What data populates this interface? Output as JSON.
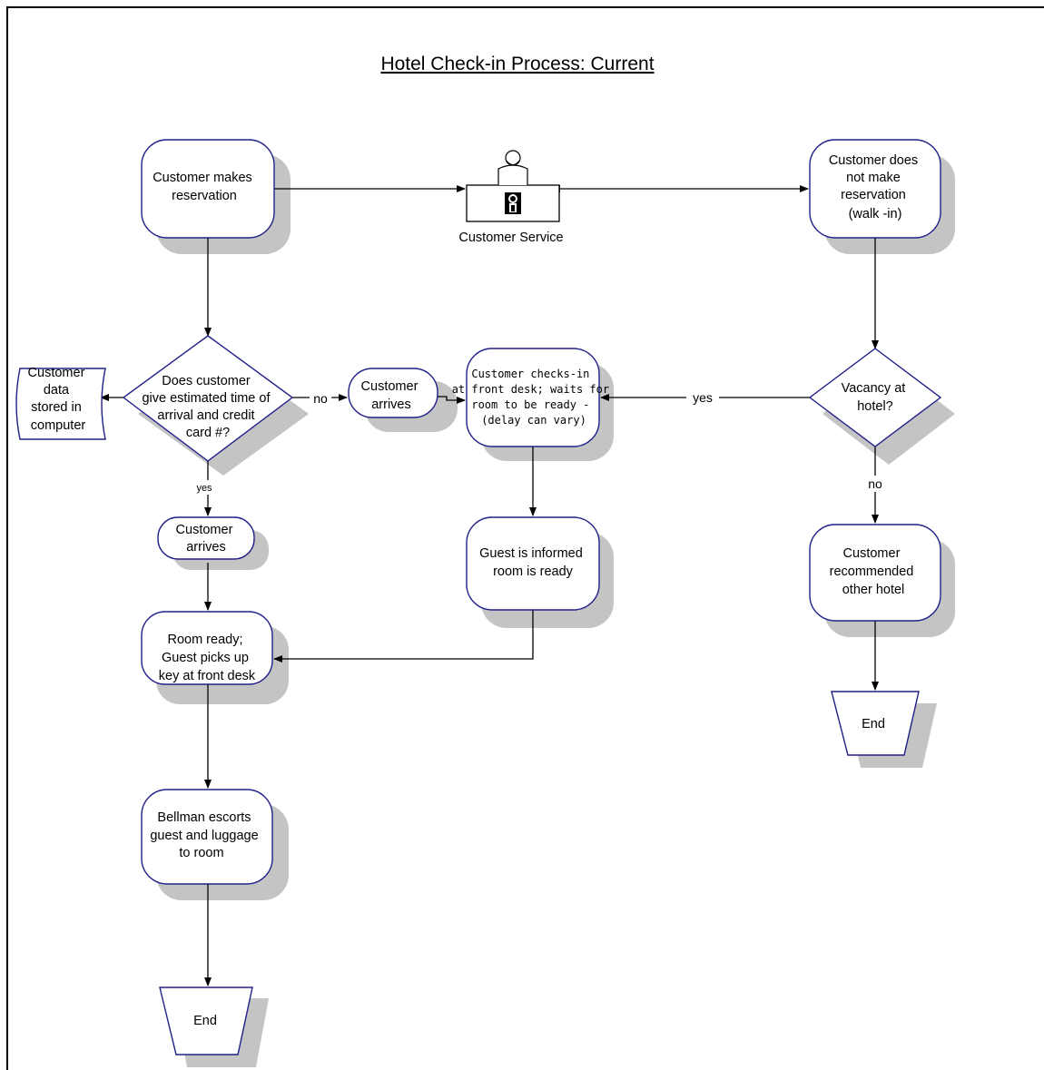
{
  "title": "Hotel Check-in Process: Current",
  "nodes": {
    "makes_reservation": [
      "Customer makes",
      "reservation"
    ],
    "customer_service": "Customer Service",
    "walk_in": [
      "Customer does",
      "not make",
      "reservation",
      "(walk -in)"
    ],
    "data_stored": [
      "Customer",
      "data",
      "stored in",
      "computer"
    ],
    "decision_eta": [
      "Does customer",
      "give estimated time of",
      "arrival and credit",
      "card #?"
    ],
    "arrives_mid": [
      "Customer",
      "arrives"
    ],
    "checks_in": [
      "Customer checks-in",
      "at front desk; waits for",
      "room to be ready -",
      "(delay can vary)"
    ],
    "vacancy": [
      "Vacancy at",
      "hotel?"
    ],
    "arrives_left": [
      "Customer",
      "arrives"
    ],
    "informed": [
      "Guest is informed",
      "room is ready"
    ],
    "recommended": [
      "Customer",
      "recommended",
      "other hotel"
    ],
    "room_ready": [
      "Room ready;",
      "Guest picks up",
      "key at front desk"
    ],
    "bellman": [
      "Bellman escorts",
      "guest and luggage",
      "to room"
    ],
    "end_left": "End",
    "end_right": "End"
  },
  "edge_labels": {
    "no_eta": "no",
    "yes_eta": "yes",
    "yes_vacancy": "yes",
    "no_vacancy": "no"
  }
}
